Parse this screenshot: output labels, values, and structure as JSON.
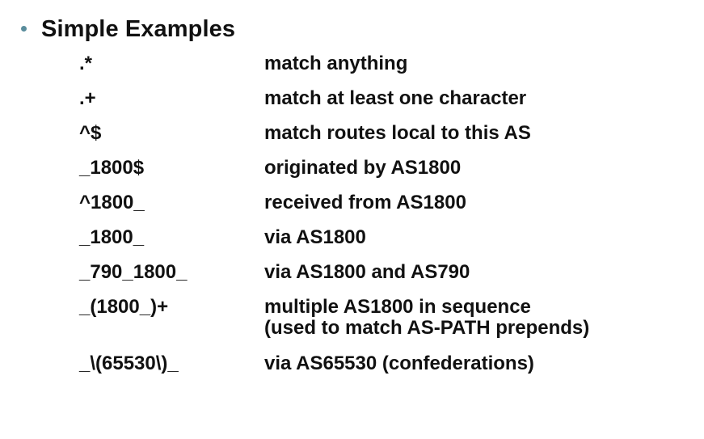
{
  "title": "Simple Examples",
  "examples": [
    {
      "pattern": ".*",
      "description": "match anything"
    },
    {
      "pattern": ".+",
      "description": "match at least one character"
    },
    {
      "pattern": "^$",
      "description": "match routes local to this AS"
    },
    {
      "pattern": "_1800$",
      "description": "originated by AS1800"
    },
    {
      "pattern": "^1800_",
      "description": "received from AS1800"
    },
    {
      "pattern": "_1800_",
      "description": "via AS1800"
    },
    {
      "pattern": "_790_1800_",
      "description": "via AS1800 and AS790"
    },
    {
      "pattern": "_(1800_)+",
      "description": "multiple AS1800 in sequence\n(used to match AS-PATH prepends)"
    },
    {
      "pattern": "_\\(65530\\)_",
      "description": "via AS65530 (confederations)"
    }
  ]
}
